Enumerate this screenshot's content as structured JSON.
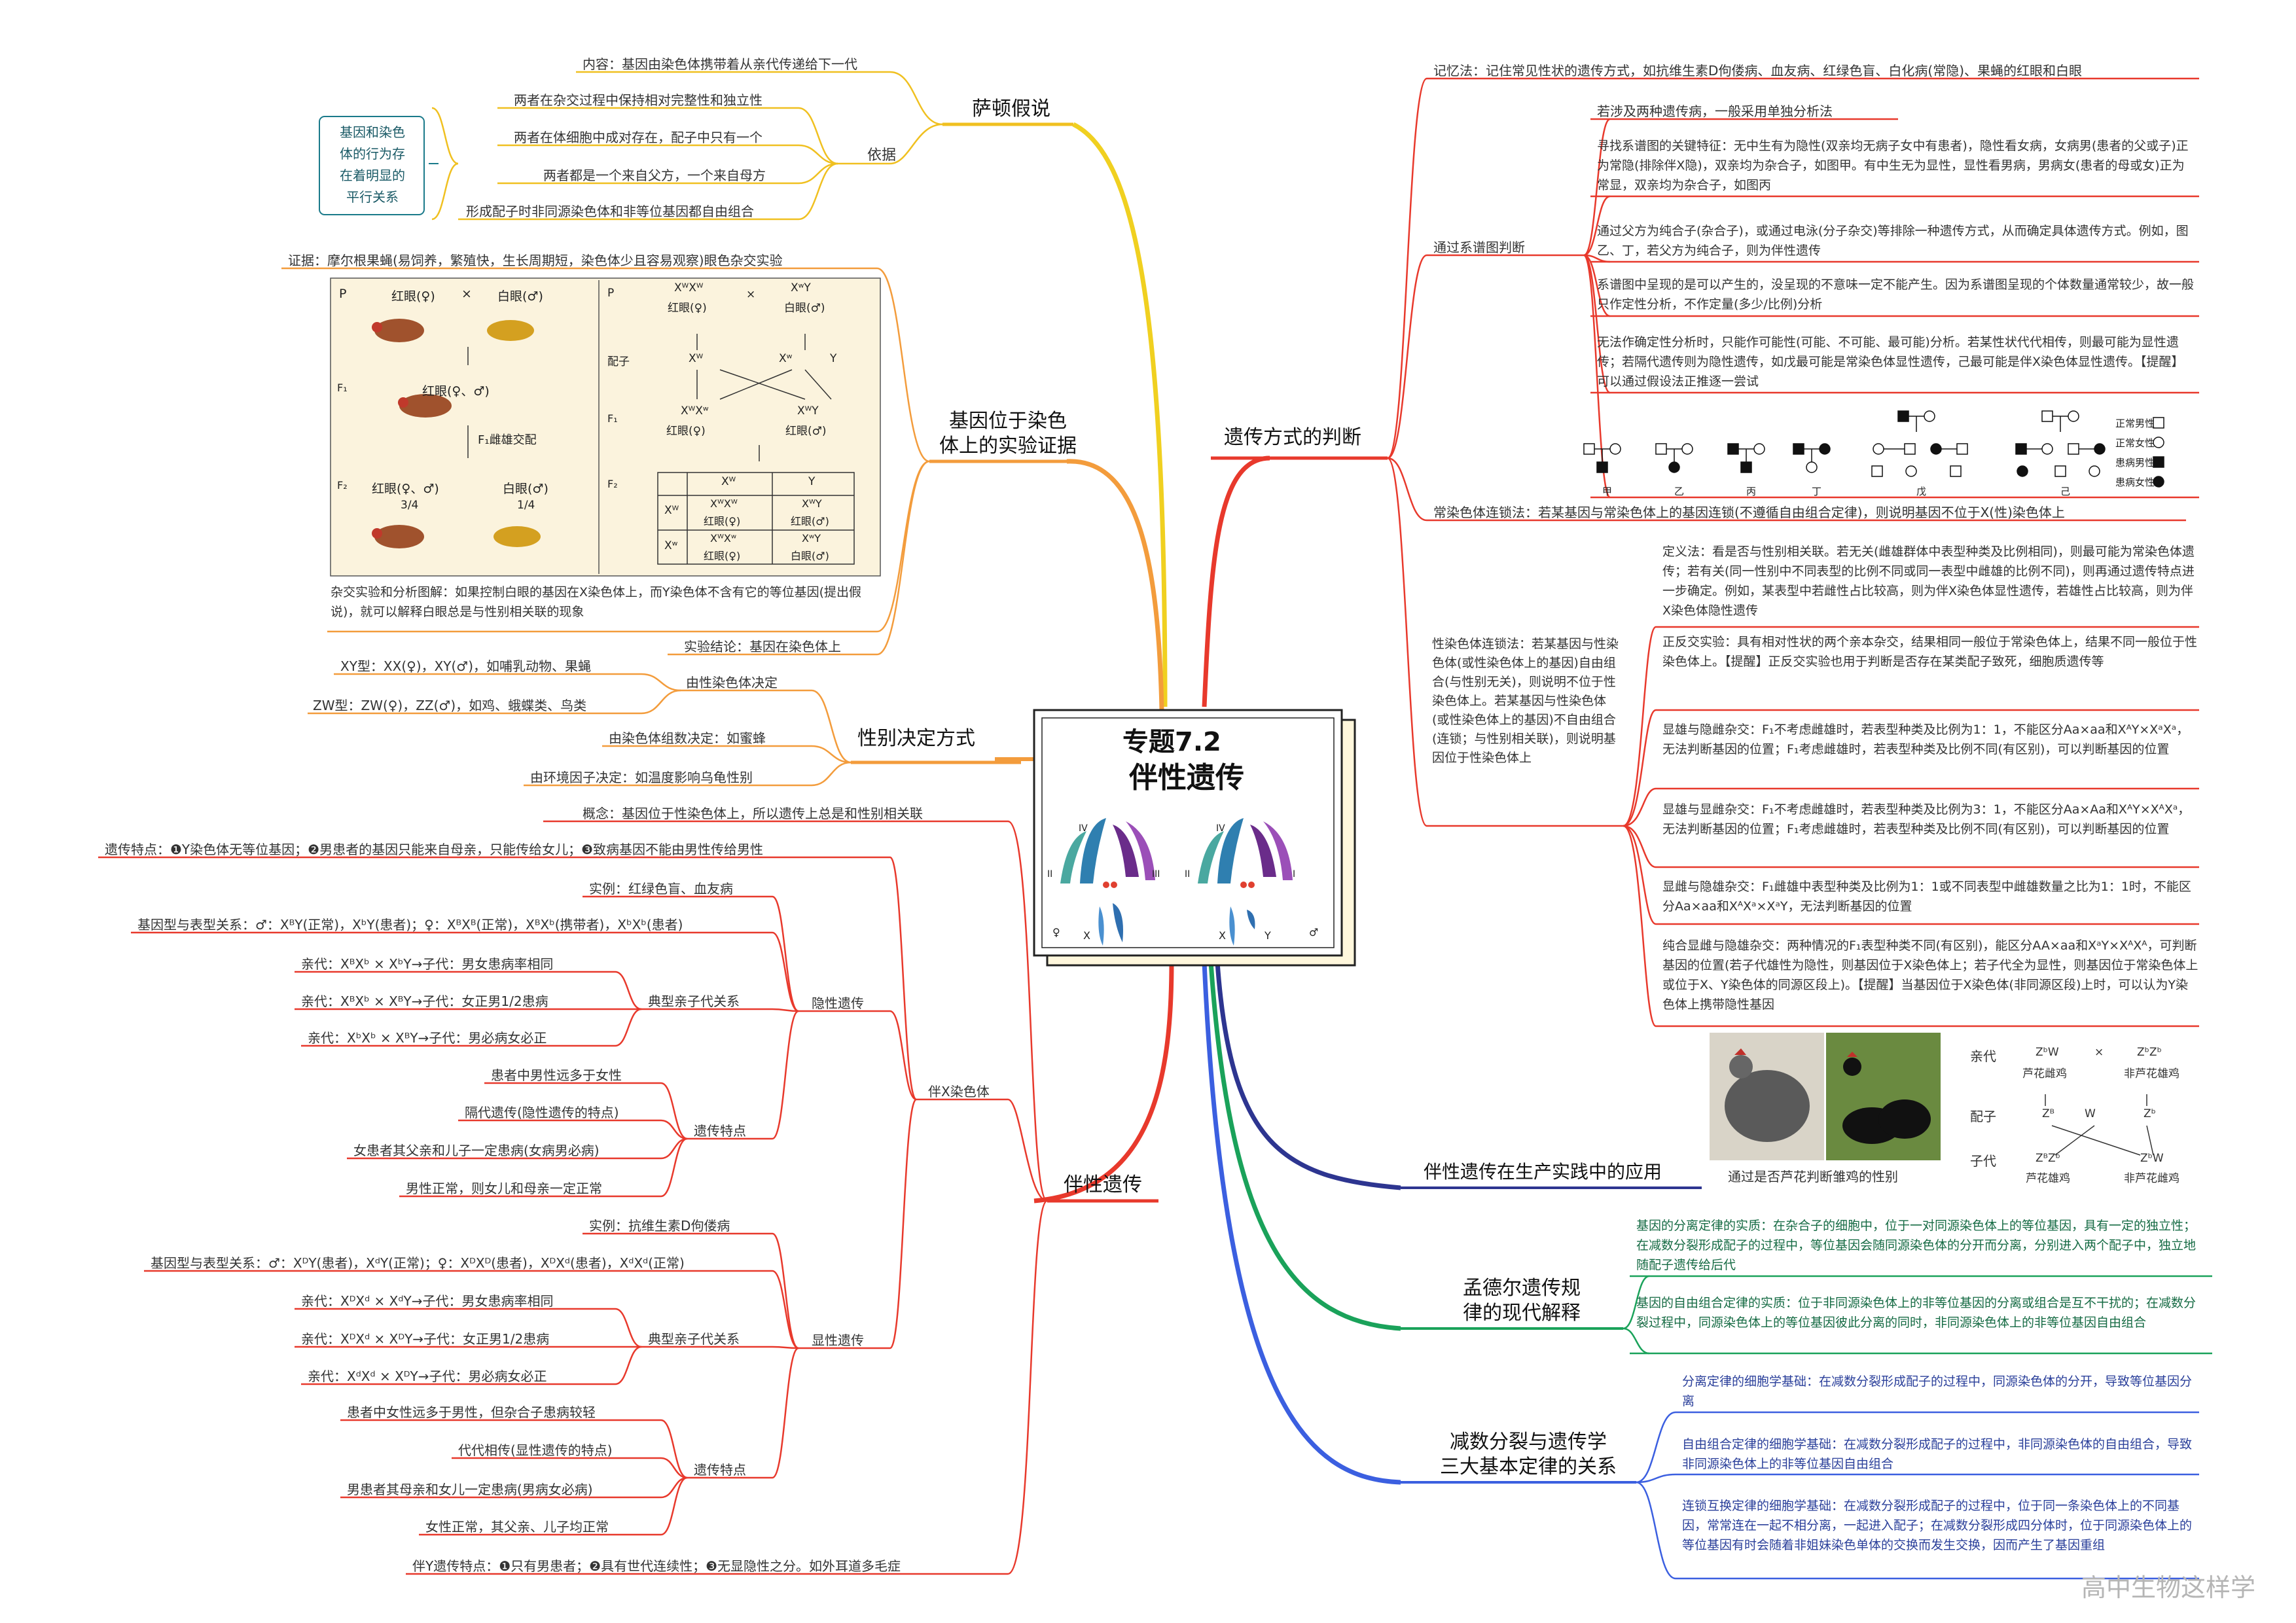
{
  "center": {
    "line1": "专题7.2",
    "line2": "伴性遗传"
  },
  "sutton": {
    "title": "萨顿假说",
    "content": "内容：基因由染色体携带着从亲代传递给下一代",
    "basis_label": "依据",
    "items": [
      "两者在杂交过程中保持相对完整性和独立性",
      "两者在体细胞中成对存在，配子中只有一个",
      "两者都是一个来自父方，一个来自母方",
      "形成配子时非同源染色体和非等位基因都自由组合"
    ],
    "box": [
      "基因和染色",
      "体的行为存",
      "在着明显的",
      "平行关系"
    ]
  },
  "evidence": {
    "title_l1": "基因位于染色",
    "title_l2": "体上的实验证据",
    "proof": "证据：摩尔根果蝇(易饲养，繁殖快，生长周期短，染色体少且容易观察)眼色杂交实验",
    "analysis": "杂交实验和分析图解：如果控制白眼的基因在X染色体上，而Y染色体不含有它的等位基因(提出假说)，就可以解释白眼总是与性别相关联的现象",
    "conclusion": "实验结论：基因在染色体上",
    "fig": {
      "P": "P",
      "F1": "F₁",
      "F2": "F₂",
      "cross": "×",
      "red_f": "红眼(♀)",
      "white_m": "白眼(♂)",
      "f1": "红眼(♀、♂)",
      "f1cross": "F₁雌雄交配",
      "f2red": "红眼(♀、♂)",
      "f2white": "白眼(♂)",
      "r34": "3/4",
      "r14": "1/4",
      "pf": "XᵂXᵂ",
      "pm": "XʷY",
      "gam": "配子",
      "g1": "Xᵂ",
      "g2": "Xʷ",
      "g3": "Y",
      "c1": "XᵂXʷ",
      "c2": "XᵂY",
      "c1l": "红眼(♀)",
      "c2l": "红眼(♂)",
      "th1": "Xᵂ",
      "th2": "Y",
      "rh1": "Xᵂ",
      "rh2": "Xʷ",
      "cell11": "XᵂXᵂ",
      "cell11l": "红眼(♀)",
      "cell12": "XᵂY",
      "cell12l": "红眼(♂)",
      "cell21": "XᵂXʷ",
      "cell21l": "红眼(♀)",
      "cell22": "XʷY",
      "cell22l": "白眼(♂)"
    }
  },
  "sexdet": {
    "title": "性别决定方式",
    "chrom": "由性染色体决定",
    "xy": "XY型：XX(♀)，XY(♂)，如哺乳动物、果蝇",
    "zw": "ZW型：ZW(♀)，ZZ(♂)，如鸡、蛾蝶类、鸟类",
    "num": "由染色体组数决定：如蜜蜂",
    "env": "由环境因子决定：如温度影响乌龟性别"
  },
  "sexlinked": {
    "title": "伴性遗传",
    "concept": "概念：基因位于性染色体上，所以遗传上总是和性别相关联",
    "xtitle": "伴X染色体",
    "xfeature": "遗传特点：❶Y染色体无等位基因；❷男患者的基因只能来自母亲，只能传给女儿；❸致病基因不能由男性传给男性",
    "rec": {
      "title": "隐性遗传",
      "example": "实例：红绿色盲、血友病",
      "geno": "基因型与表型关系：♂：XᴮY(正常)，XᵇY(患者)；♀：XᴮXᴮ(正常)，XᴮXᵇ(携带者)，XᵇXᵇ(患者)",
      "typ": "典型亲子代关系",
      "c1": "亲代：XᴮXᵇ × XᵇY→子代：男女患病率相同",
      "c2": "亲代：XᴮXᵇ × XᴮY→子代：女正男1/2患病",
      "c3": "亲代：XᵇXᵇ × XᴮY→子代：男必病女必正",
      "feat": "遗传特点",
      "f1": "患者中男性远多于女性",
      "f2": "隔代遗传(隐性遗传的特点)",
      "f3": "女患者其父亲和儿子一定患病(女病男必病)",
      "f4": "男性正常，则女儿和母亲一定正常"
    },
    "dom": {
      "title": "显性遗传",
      "example": "实例：抗维生素D佝偻病",
      "geno": "基因型与表型关系：♂：XᴰY(患者)，XᵈY(正常)；♀：XᴰXᴰ(患者)，XᴰXᵈ(患者)，XᵈXᵈ(正常)",
      "typ": "典型亲子代关系",
      "c1": "亲代：XᴰXᵈ × XᵈY→子代：男女患病率相同",
      "c2": "亲代：XᴰXᵈ × XᴰY→子代：女正男1/2患病",
      "c3": "亲代：XᵈXᵈ × XᴰY→子代：男必病女必正",
      "feat": "遗传特点",
      "f1": "患者中女性远多于男性，但杂合子患病较轻",
      "f2": "代代相传(显性遗传的特点)",
      "f3": "男患者其母亲和女儿一定患病(男病女必病)",
      "f4": "女性正常，其父亲、儿子均正常"
    },
    "ylinked": "伴Y遗传特点：❶只有男患者；❷具有世代连续性；❸无显隐性之分。如外耳道多毛症"
  },
  "judge": {
    "title": "遗传方式的判断",
    "memory": "记忆法：记住常见性状的遗传方式，如抗维生素D佝偻病、血友病、红绿色盲、白化病(常隐)、果蝇的红眼和白眼",
    "pedigree": "通过系谱图判断",
    "p1": "若涉及两种遗传病，一般采用单独分析法",
    "p2": "寻找系谱图的关键特征：无中生有为隐性(双亲均无病子女中有患者)，隐性看女病，女病男(患者的父或子)正为常隐(排除伴X隐)，双亲均为杂合子，如图甲。有中生无为显性，显性看男病，男病女(患者的母或女)正为常显，双亲均为杂合子，如图丙",
    "p3": "通过父方为纯合子(杂合子)，或通过电泳(分子杂交)等排除一种遗传方式，从而确定具体遗传方式。例如，图乙、丁，若父方为纯合子，则为伴性遗传",
    "p4": "系谱图中呈现的是可以产生的，没呈现的不意味一定不能产生。因为系谱图呈现的个体数量通常较少，故一般只作定性分析，不作定量(多少/比例)分析",
    "p5": "无法作确定性分析时，只能作可能性(可能、不可能、最可能)分析。若某性状代代相传，则最可能为显性遗传；若隔代遗传则为隐性遗传，如戊最可能是常染色体显性遗传，己最可能是伴X染色体显性遗传。【提醒】可以通过假设法正推逐一尝试",
    "ped": {
      "jia": "甲",
      "yi": "乙",
      "bing": "丙",
      "ding": "丁",
      "wu": "戊",
      "ji": "己",
      "leg1": "正常男性",
      "leg2": "正常女性",
      "leg3": "患病男性",
      "leg4": "患病女性"
    },
    "autolink": "常染色体连锁法：若某基因与常染色体上的基因连锁(不遵循自由组合定律)，则说明基因不位于X(性)染色体上",
    "sexlink": "性染色体连锁法：若某基因与性染色体(或性染色体上的基因)自由组合(与性别无关)，则说明不位于性染色体上。若某基因与性染色体(或性染色体上的基因)不自由组合(连锁；与性别相关联)，则说明基因位于性染色体上",
    "s1": "定义法：看是否与性别相关联。若无关(雌雄群体中表型种类及比例相同)，则最可能为常染色体遗传；若有关(同一性别中不同表型的比例不同或同一表型中雌雄的比例不同)，则再通过遗传特点进一步确定。例如，某表型中若雌性占比较高，则为伴X染色体显性遗传，若雄性占比较高，则为伴X染色体隐性遗传",
    "s2": "正反交实验：具有相对性状的两个亲本杂交，结果相同一般位于常染色体上，结果不同一般位于性染色体上。【提醒】正反交实验也用于判断是否存在某类配子致死，细胞质遗传等",
    "s3": "显雄与隐雌杂交：F₁不考虑雌雄时，若表型种类及比例为1：1，不能区分Aa×aa和XᴬY×XᵃXᵃ，无法判断基因的位置；F₁考虑雌雄时，若表型种类及比例不同(有区别)，可以判断基因的位置",
    "s4": "显雄与显雌杂交：F₁不考虑雌雄时，若表型种类及比例为3：1，不能区分Aa×Aa和XᴬY×XᴬXᵃ，无法判断基因的位置；F₁考虑雌雄时，若表型种类及比例不同(有区别)，可以判断基因的位置",
    "s5": "显雌与隐雄杂交：F₁雌雄中表型种类及比例为1：1或不同表型中雌雄数量之比为1：1时，不能区分Aa×aa和XᴬXᵃ×XᵃY，无法判断基因的位置",
    "s6": "纯合显雌与隐雄杂交：两种情况的F₁表型种类不同(有区别)，能区分AA×aa和XᵃY×XᴬXᴬ，可判断基因的位置(若子代雄性为隐性，则基因位于X染色体上；若子代全为显性，则基因位于常染色体上或位于X、Y染色体的同源区段上)。【提醒】当基因位于X染色体(非同源区段)上时，可以认为Y染色体上携带隐性基因"
  },
  "application": {
    "title": "伴性遗传在生产实践中的应用",
    "caption": "通过是否芦花判断雏鸡的性别",
    "parent": "亲代",
    "gamete": "配子",
    "child": "子代",
    "pf": "ZᵇW",
    "pfl": "芦花雌鸡",
    "cross": "×",
    "pm": "ZᵇZᵇ",
    "pml": "非芦花雄鸡",
    "g1": "Zᴮ",
    "g2": "W",
    "g3": "Zᵇ",
    "c1": "ZᴮZᵇ",
    "c1l": "芦花雄鸡",
    "c2": "ZᵇW",
    "c2l": "非芦花雌鸡"
  },
  "mendel": {
    "title_l1": "孟德尔遗传规",
    "title_l2": "律的现代解释",
    "m1": "基因的分离定律的实质：在杂合子的细胞中，位于一对同源染色体上的等位基因，具有一定的独立性；在减数分裂形成配子的过程中，等位基因会随同源染色体的分开而分离，分别进入两个配子中，独立地随配子遗传给后代",
    "m2": "基因的自由组合定律的实质：位于非同源染色体上的非等位基因的分离或组合是互不干扰的；在减数分裂过程中，同源染色体上的等位基因彼此分离的同时，非同源染色体上的非等位基因自由组合"
  },
  "meiosis": {
    "title_l1": "减数分裂与遗传学",
    "title_l2": "三大基本定律的关系",
    "k1": "分离定律的细胞学基础：在减数分裂形成配子的过程中，同源染色体的分开，导致等位基因分离",
    "k2": "自由组合定律的细胞学基础：在减数分裂形成配子的过程中，非同源染色体的自由组合，导致非同源染色体上的非等位基因自由组合",
    "k3": "连锁互换定律的细胞学基础：在减数分裂形成配子的过程中，位于同一条染色体上的不同基因，常常连在一起不相分离，一起进入配子；在减数分裂形成四分体时，位于同源染色体上的等位基因有时会随着非姐妹染色单体的交换而发生交换，因而产生了基因重组"
  },
  "watermark": "高中生物这样学",
  "chromo_labels": {
    "i": "I",
    "ii": "II",
    "iii": "III",
    "iv": "IV",
    "x": "X",
    "y": "Y",
    "f": "♀",
    "m": "♂"
  }
}
